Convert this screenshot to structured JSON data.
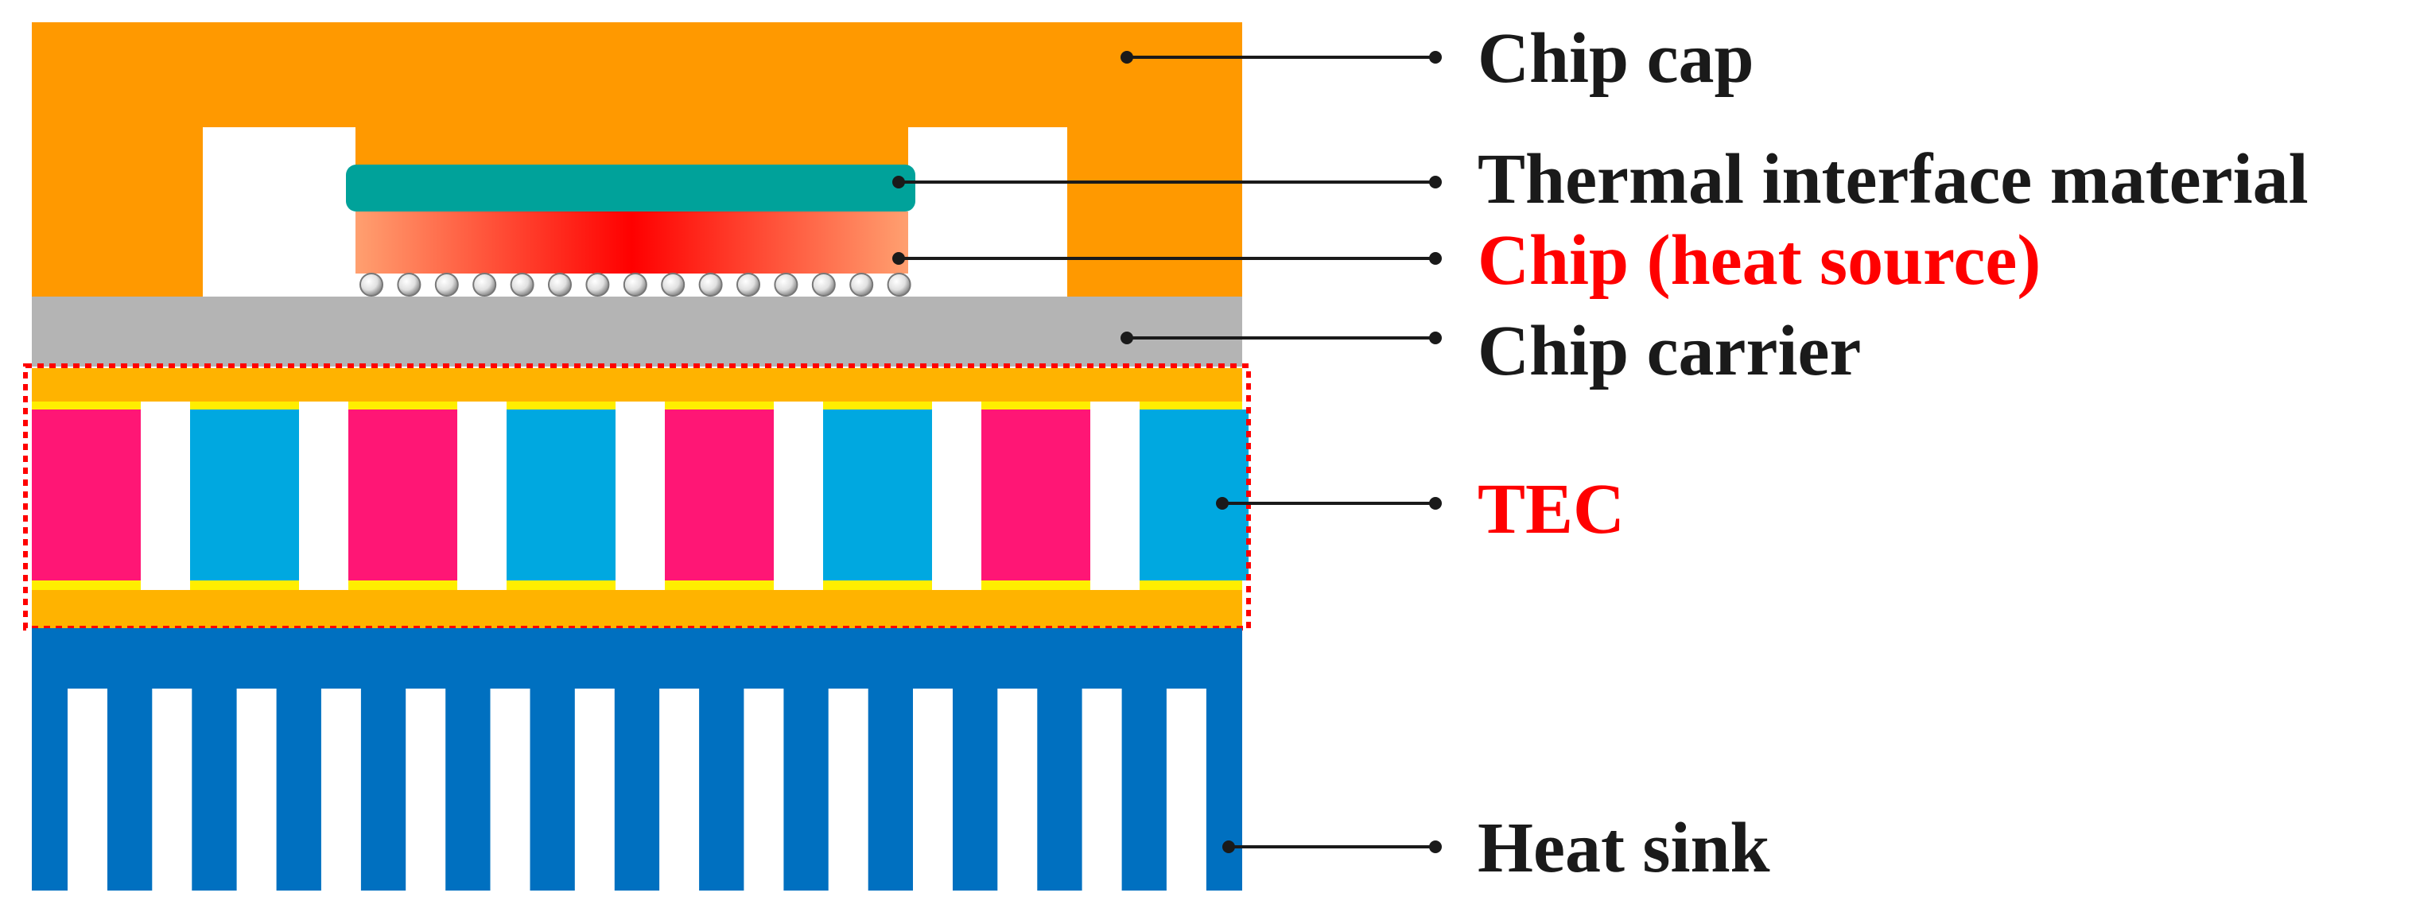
{
  "labels": {
    "chip_cap": "Chip cap",
    "tim": "Thermal interface material",
    "chip": "Chip (heat source)",
    "chip_carrier": "Chip carrier",
    "tec": "TEC",
    "heat_sink": "Heat sink"
  },
  "colors": {
    "chip_cap": "#FF9900",
    "tim": "#00A29A",
    "chip_edge": "#FFA070",
    "chip_hot": "#FF0000",
    "solder_ball": "#E0E0E0",
    "chip_carrier": "#B4B4B4",
    "tec_substrate": "#FFB300",
    "tec_electrode": "#FFEE00",
    "tec_p_type": "#FF1675",
    "tec_n_type": "#00A8E0",
    "tec_outline": "#FF0000",
    "heat_sink": "#0070C0",
    "label_default": "#1A1A1A",
    "label_highlight": "#FF0000",
    "leader_line": "#1A1A1A"
  }
}
